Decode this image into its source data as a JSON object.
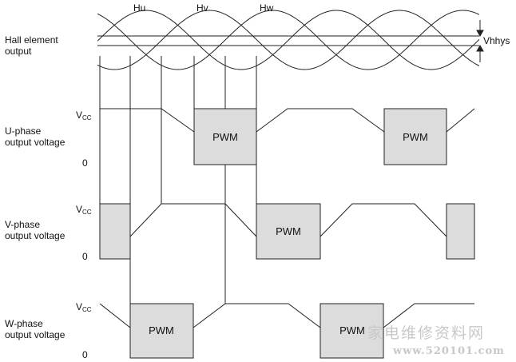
{
  "hall": {
    "label_line1": "Hall element",
    "label_line2": "output",
    "signals": [
      "Hu",
      "Hv",
      "Hw"
    ],
    "hysteresis_label": "Vhhys"
  },
  "phases": [
    {
      "label_line1": "U-phase",
      "label_line2": "output voltage",
      "vcc": "V",
      "vcc_sub": "CC",
      "zero": "0"
    },
    {
      "label_line1": "V-phase",
      "label_line2": "output voltage",
      "vcc": "V",
      "vcc_sub": "CC",
      "zero": "0"
    },
    {
      "label_line1": "W-phase",
      "label_line2": "output voltage",
      "vcc": "V",
      "vcc_sub": "CC",
      "zero": "0"
    }
  ],
  "pwm_label": "PWM",
  "watermark": {
    "line1": "家电维修资料网",
    "line2": "www.520101.com"
  },
  "colors": {
    "pwm_fill": "#dcdcdc",
    "line": "#222222"
  }
}
